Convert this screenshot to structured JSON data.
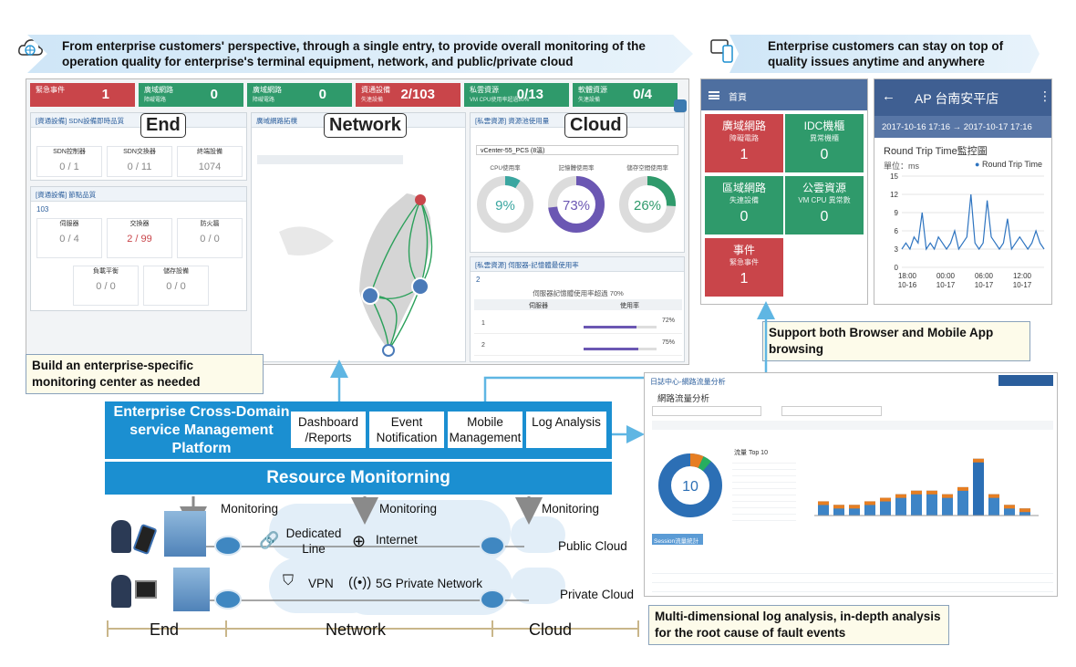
{
  "banners": {
    "left": "From enterprise customers' perspective, through a single entry, to provide overall monitoring of the operation quality for enterprise's terminal equipment, network, and public/private cloud",
    "right": "Enterprise customers can stay on top of quality issues anytime and anywhere"
  },
  "dashboard": {
    "kpis": [
      {
        "label": "緊急事件",
        "value": "1",
        "color": "#c9454a"
      },
      {
        "label": "廣域網路",
        "sub": "障礙電路",
        "value": "0",
        "color": "#2f9a6b"
      },
      {
        "label": "廣域網路",
        "sub": "障礙電路",
        "value": "0",
        "color": "#2f9a6b"
      },
      {
        "label": "資通設備",
        "sub": "失連設備",
        "value": "2/103",
        "color": "#c9454a"
      },
      {
        "label": "私雲資源",
        "sub": "VM CPU使用率超過80%",
        "value": "0/13",
        "color": "#2f9a6b"
      },
      {
        "label": "軟體資源",
        "sub": "失連設備",
        "value": "0/4",
        "color": "#2f9a6b"
      }
    ],
    "sdn": {
      "title": "[資通設備] SDN設備即時品質",
      "items": [
        {
          "label": "SDN控制器",
          "value": "0 / 1"
        },
        {
          "label": "SDN交換器",
          "value": "0 / 11"
        },
        {
          "label": "終端設備",
          "value": "1074"
        }
      ]
    },
    "branch": {
      "title": "[資通設備] 節點品質",
      "count": "103",
      "items": [
        {
          "label": "伺服器",
          "value": "0 / 4"
        },
        {
          "label": "交換器",
          "value": "2 / 99"
        },
        {
          "label": "防火牆",
          "value": "0 / 0"
        },
        {
          "label": "負載平衡",
          "value": "0 / 0"
        },
        {
          "label": "儲存設備",
          "value": "0 / 0"
        }
      ]
    },
    "map": {
      "title": "廣域網路拓樸"
    },
    "cloudres": {
      "title": "[私雲資源] 資源池使用量",
      "vcenter": "vCenter-55_PCS (8溫)",
      "gauges": [
        {
          "label": "CPU使用率",
          "value": "9%",
          "pct": 9,
          "color": "#3aa6a0"
        },
        {
          "label": "記憶體使用率",
          "value": "73%",
          "pct": 73,
          "color": "#6b57b3"
        },
        {
          "label": "儲存空間使用率",
          "value": "26%",
          "pct": 26,
          "color": "#2f9a6b"
        }
      ]
    },
    "memory": {
      "title": "[私雲資源] 伺服器-記憶體最使用率",
      "count": "2",
      "note": "伺服器記憶體使用率超過 70%",
      "col1": "伺服器",
      "col2": "使用率",
      "rows": [
        {
          "n": "1",
          "pct": "72%"
        },
        {
          "n": "2",
          "pct": "75%"
        }
      ]
    }
  },
  "tags": {
    "end": "End",
    "network": "Network",
    "cloud": "Cloud"
  },
  "mobile": {
    "header": "首頁",
    "tiles": [
      {
        "label": "廣域網路",
        "sub": "障礙電路",
        "value": "1",
        "color": "#c9454a"
      },
      {
        "label": "IDC機櫃",
        "sub": "異常機櫃",
        "value": "0",
        "color": "#2f9a6b"
      },
      {
        "label": "區域網路",
        "sub": "失連設備",
        "value": "0",
        "color": "#2f9a6b"
      },
      {
        "label": "公雲資源",
        "sub": "VM CPU 異常數",
        "value": "0",
        "color": "#2f9a6b"
      },
      {
        "label": "事件",
        "sub": "緊急事件",
        "value": "1",
        "color": "#c9454a"
      }
    ],
    "ap_title": "AP 台南安平店",
    "ap_range": "2017-10-16 17:16 → 2017-10-17 17:16",
    "chart_title": "Round Trip Time監控圖",
    "unit": "單位：ms",
    "legend": "Round Trip Time",
    "chart_data": {
      "type": "line",
      "ylim": [
        0,
        15
      ],
      "yticks": [
        "15",
        "12",
        "9",
        "6",
        "3",
        "0"
      ],
      "xticks": [
        "18:00\n10-16",
        "00:00\n10-17",
        "06:00\n10-17",
        "12:00\n10-17"
      ],
      "series": [
        {
          "name": "Round Trip Time",
          "values": [
            3,
            4,
            3,
            5,
            4,
            9,
            3,
            4,
            3,
            5,
            4,
            3,
            4,
            6,
            3,
            4,
            5,
            12,
            4,
            3,
            4,
            11,
            5,
            4,
            3,
            4,
            8,
            3,
            4,
            5,
            4,
            3,
            4,
            6,
            4,
            3
          ]
        }
      ]
    }
  },
  "captions": {
    "browser": "Support both Browser and Mobile App browsing",
    "center": "Build an enterprise-specific monitoring center as needed",
    "log": "Multi-dimensional log analysis, in-depth analysis for the root cause of fault events"
  },
  "platform": {
    "title": "Enterprise Cross-Domain service Management Platform",
    "tabs": [
      "Dashboard /Reports",
      "Event Notification",
      "Mobile Management",
      "Log Analysis"
    ],
    "resource": "Resource Monitorning"
  },
  "log": {
    "breadcrumb": "日誌中心-網路流量分析",
    "title": "網路流量分析",
    "donut_value": "10",
    "top_title": "流量 Top 10",
    "session": "Session流量統計",
    "chart_data": {
      "type": "bar",
      "values": [
        0.4,
        0.3,
        0.3,
        0.4,
        0.5,
        0.6,
        0.7,
        0.7,
        0.6,
        0.8,
        1.6,
        0.6,
        0.3,
        0.2
      ]
    }
  },
  "infra": {
    "monitoring": "Monitoring",
    "dedicated": "Dedicated Line",
    "internet": "Internet",
    "vpn": "VPN",
    "fiveg": "5G Private Network",
    "public": "Public Cloud",
    "private": "Private Cloud",
    "end": "End",
    "network": "Network",
    "cloud": "Cloud"
  }
}
